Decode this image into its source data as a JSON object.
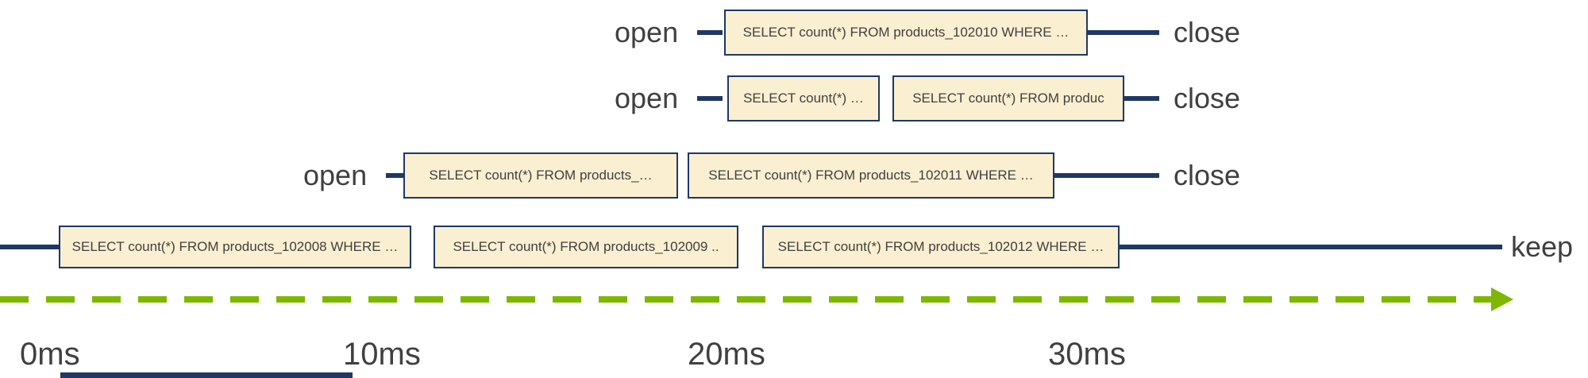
{
  "diagram": {
    "lanes": [
      {
        "open_label": "open",
        "close_label": "close",
        "queries": [
          "SELECT count(*) FROM products_102010 WHERE …"
        ]
      },
      {
        "open_label": "open",
        "close_label": "close",
        "queries": [
          "SELECT count(*) …",
          "SELECT count(*) FROM  produc"
        ]
      },
      {
        "open_label": "open",
        "close_label": "close",
        "queries": [
          "SELECT count(*) FROM products_…",
          "SELECT count(*) FROM products_102011 WHERE …"
        ]
      },
      {
        "keep_label": "keep",
        "queries": [
          "SELECT count(*) FROM products_102008 WHERE …",
          "SELECT count(*) FROM products_102009 ..",
          "SELECT count(*) FROM products_102012 WHERE …"
        ]
      }
    ],
    "time_axis": {
      "ticks": [
        "0ms",
        "10ms",
        "20ms",
        "30ms"
      ]
    },
    "colors": {
      "box_fill": "#FBEFD1",
      "box_border": "#1F3864",
      "line": "#1F3864",
      "axis_green": "#7DB700",
      "text": "#404040"
    }
  }
}
